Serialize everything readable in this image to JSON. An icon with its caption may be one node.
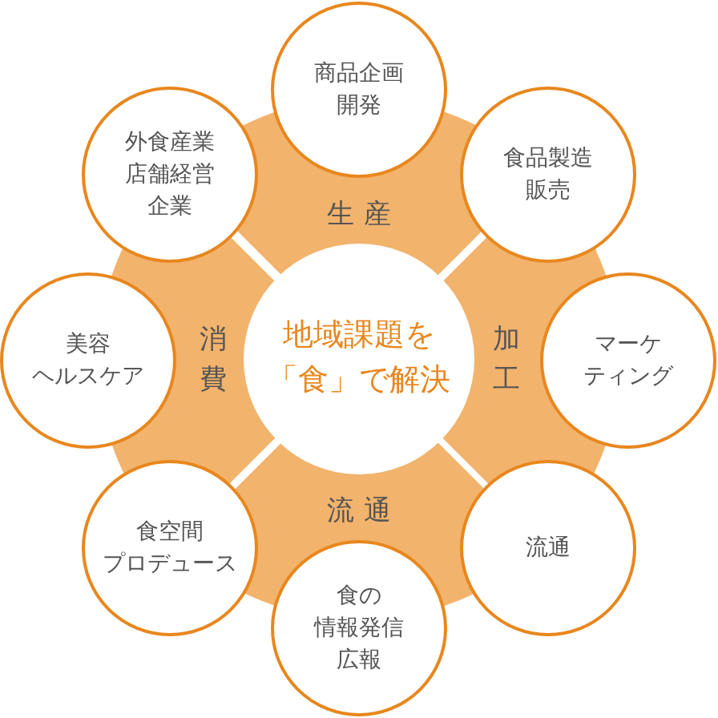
{
  "diagram": {
    "nodes": [
      {
        "text": [
          "地域課題を「食」で解決"
        ]
      },
      {
        "text": [
          "生産"
        ]
      },
      {
        "text": [
          "加工"
        ]
      },
      {
        "text": [
          "流通"
        ]
      },
      {
        "text": [
          "消費"
        ]
      },
      {
        "text": [
          "商品企画開発"
        ]
      },
      {
        "text": [
          "食品製造販売"
        ]
      },
      {
        "text": [
          "マーケティング"
        ]
      },
      {
        "text": [
          "流通"
        ]
      },
      {
        "text": [
          "食の情報発信広報"
        ]
      },
      {
        "text": [
          "食空間プロデュース"
        ]
      },
      {
        "text": [
          "美容ヘルスケア"
        ]
      },
      {
        "text": [
          "外食産業店舗経営企業"
        ]
      }
    ],
    "edges": []
  }
}
